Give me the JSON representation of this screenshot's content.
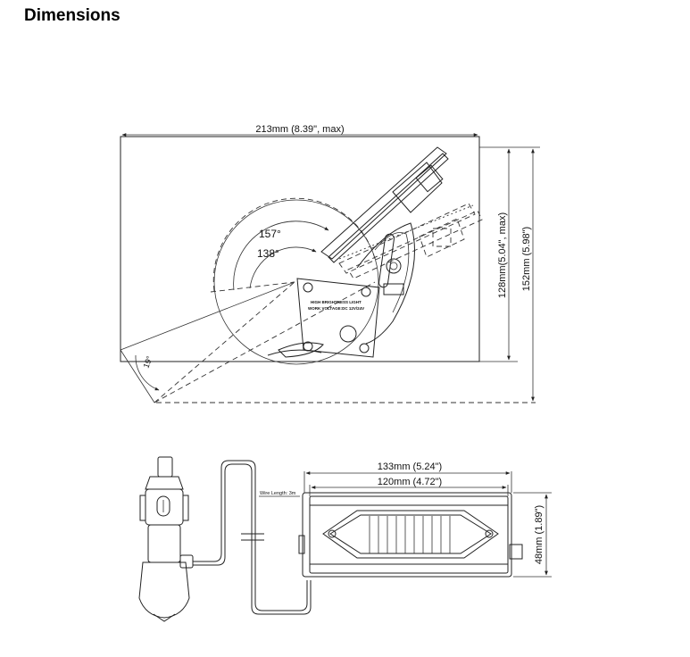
{
  "page": {
    "title": "Dimensions"
  },
  "top_view": {
    "width_label": "213mm (8.39\", max)",
    "height_max_label": "128mm(5.04\", max)",
    "height_total_label": "152mm (5.98\")",
    "angle_outer": "157°",
    "angle_inner": "138°",
    "angle_tilt": "19°",
    "plate_line1": "HIGH BRIGHTNESS LIGHT",
    "plate_line2": "WORK VOLTAGE:DC 12V/24V"
  },
  "bottom_view": {
    "overall_length_label": "133mm (5.24\")",
    "inner_length_label": "120mm (4.72\")",
    "height_label": "48mm (1.89\")",
    "wire_label": "Wire Length: 3m"
  },
  "colors": {
    "line": "#222222",
    "background": "#ffffff"
  }
}
